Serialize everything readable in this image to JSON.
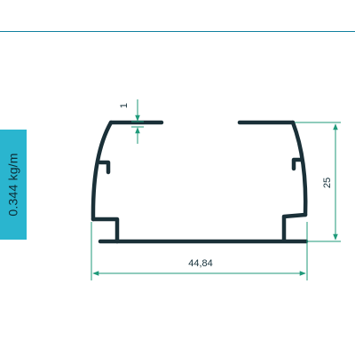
{
  "colors": {
    "rule": "#0f7f9f",
    "tab": "#2ab5cf",
    "profile": "#1a3038",
    "dimension": "#1f9a7a"
  },
  "weight_label": "0.344 kg/m",
  "dimensions": {
    "wall_thickness": "1",
    "height": "25",
    "width": "44,84"
  }
}
